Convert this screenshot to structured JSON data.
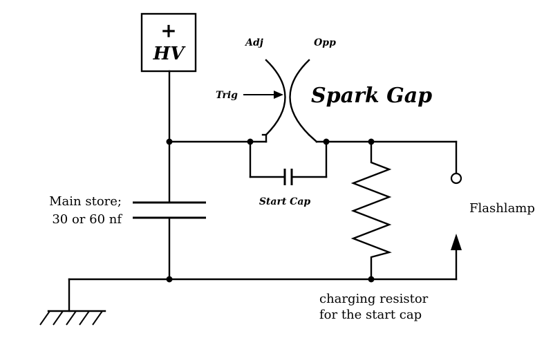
{
  "hv_box": {
    "plus": "+",
    "label": "HV"
  },
  "spark_gap": {
    "title": "Spark Gap",
    "adj_label": "Adj",
    "opp_label": "Opp",
    "trig_label": "Trig"
  },
  "start_cap_label": "Start Cap",
  "main_store": {
    "line1": "Main store;",
    "line2": "30 or 60 nf"
  },
  "flashlamp_label": "Flashlamp",
  "resistor_caption": {
    "line1": "charging resistor",
    "line2": "for the start cap"
  }
}
